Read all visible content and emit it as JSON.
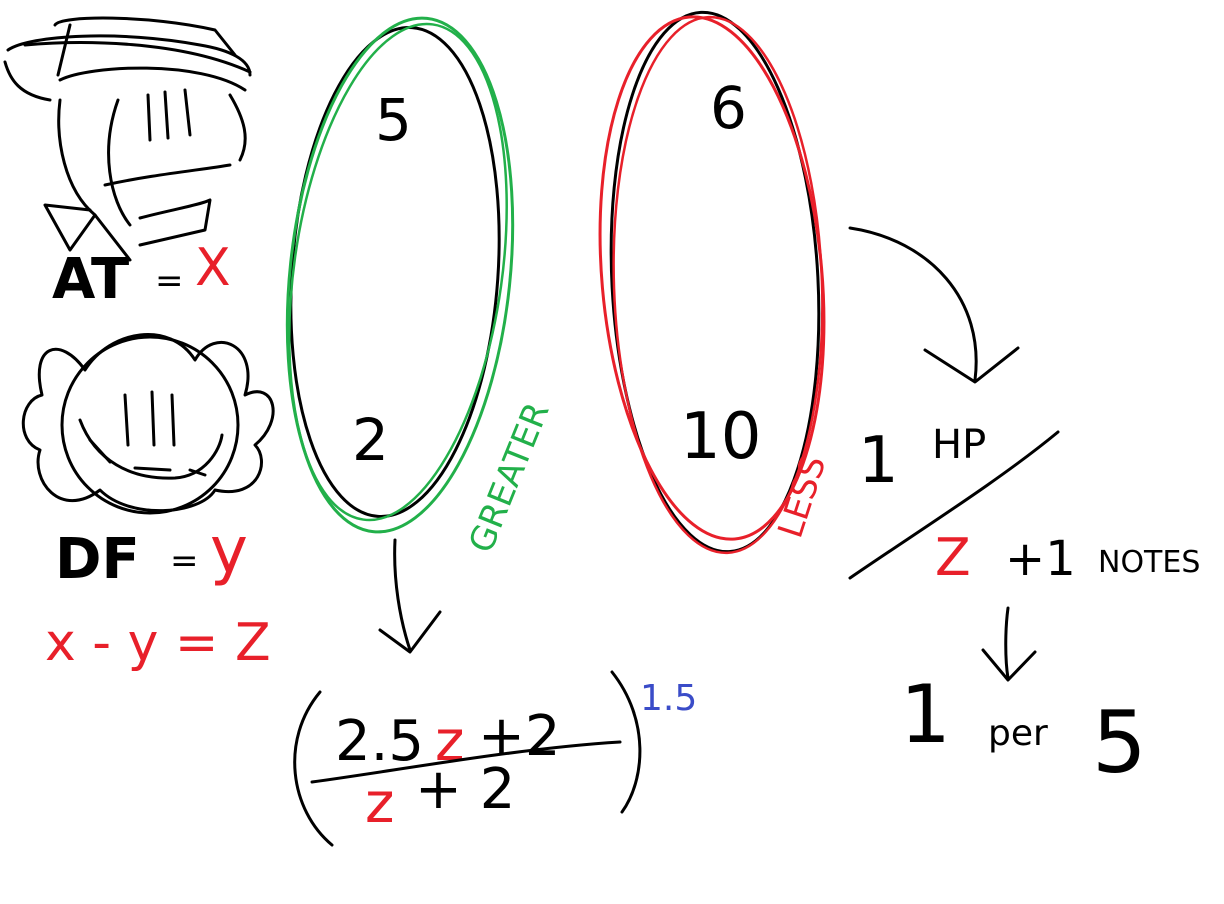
{
  "colors": {
    "ink": "#000000",
    "variable": "#e8202a",
    "greater": "#22b04a",
    "less": "#e8202a",
    "exponent": "#3a4cc8"
  },
  "definitions": {
    "attack": {
      "label": "AT",
      "eq": "=",
      "var": "X"
    },
    "defense": {
      "label": "DF",
      "eq": "=",
      "var": "y"
    },
    "difference": "x - y = Z"
  },
  "icons": {
    "attack": "cowboy-hat-character-icon",
    "defense": "smiling-flower-icon"
  },
  "greater": {
    "top": "5",
    "bottom": "2",
    "label": "GREATER"
  },
  "less": {
    "top": "6",
    "bottom": "10",
    "label": "LESS"
  },
  "formula": {
    "numerator_a": "2.5",
    "numerator_z": "z",
    "numerator_b": "+2",
    "denominator_z": "z",
    "denominator_b": "+ 2",
    "exponent": "1.5"
  },
  "ratio": {
    "numerator": "1",
    "hp": "HP",
    "den_z": "Z",
    "den_rest": "+1",
    "notes": "NOTES",
    "result_1": "1",
    "result_per": "per",
    "result_5": "5"
  }
}
